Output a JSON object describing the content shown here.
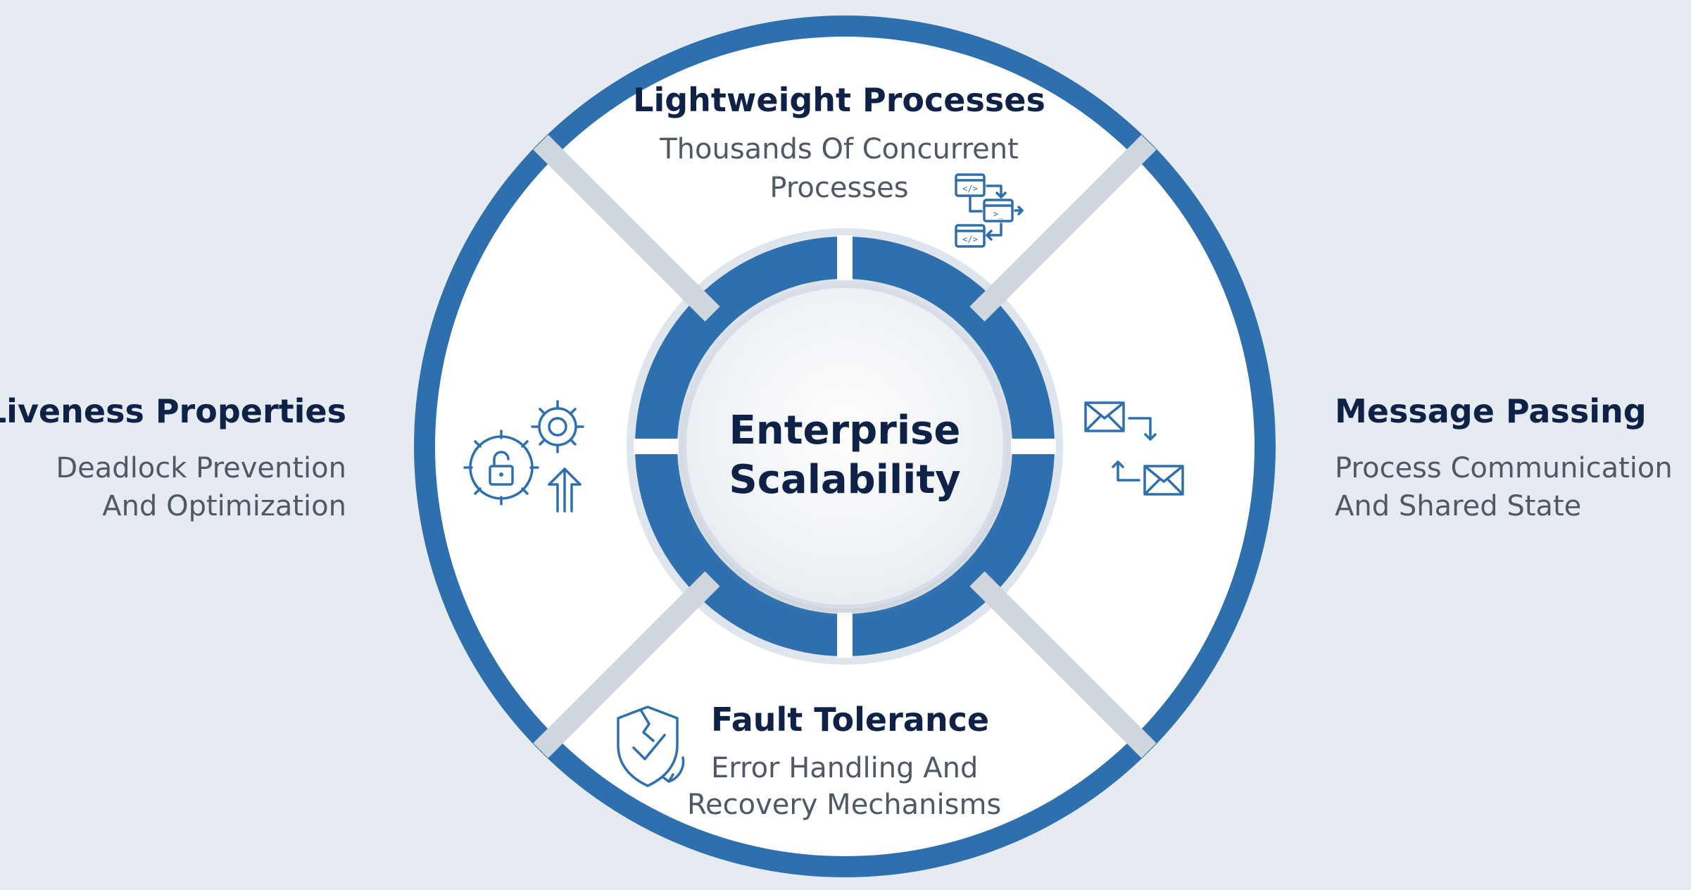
{
  "center": {
    "line1": "Enterprise",
    "line2": "Scalability"
  },
  "segments": {
    "top": {
      "title": "Lightweight Processes",
      "desc_line1": "Thousands Of Concurrent",
      "desc_line2": "Processes",
      "icon": "process-flow-icon"
    },
    "right": {
      "title": "Message Passing",
      "desc_line1": "Process Communication",
      "desc_line2": "And Shared State",
      "icon": "envelope-exchange-icon"
    },
    "bottom": {
      "title": "Fault Tolerance",
      "desc_line1": "Error Handling And",
      "desc_line2": "Recovery Mechanisms",
      "icon": "shield-check-icon"
    },
    "left": {
      "title": "Liveness Properties",
      "desc_line1": "Deadlock Prevention",
      "desc_line2": "And Optimization",
      "icon": "gears-unlock-icon"
    }
  },
  "colors": {
    "background": "#e6ebf1",
    "ring_blue": "#2e6fae",
    "divider_gray": "#cfd6de",
    "panel_white": "#ffffff",
    "title_navy": "#0e2146",
    "subtitle_gray": "#4f5865"
  }
}
